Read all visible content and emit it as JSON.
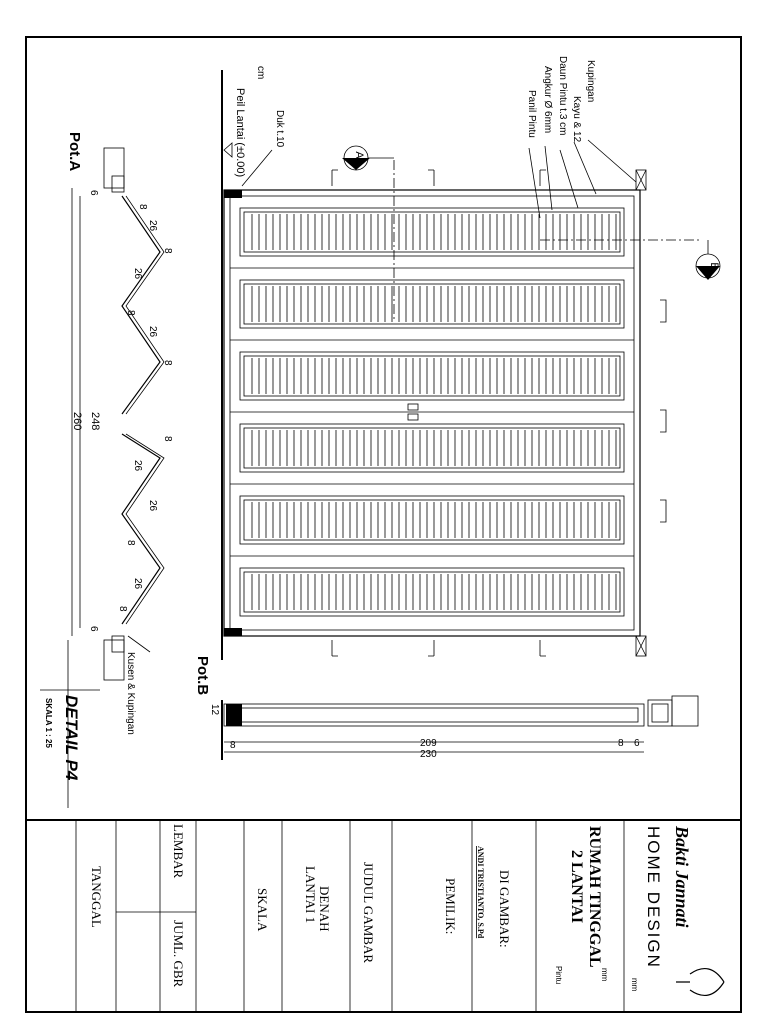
{
  "door_sections": {
    "pot_a": "Pot.A",
    "pot_b": "Pot.B",
    "detail_title": "DETAIL P4",
    "scale": "SKALA 1 : 25"
  },
  "annotations": {
    "kusen_kupingan": "Kusen & Kupingan",
    "kupingan": "Kupingan",
    "kayu": "Kayu & 12",
    "daun_pintu": "Daun Pintu t.3 cm",
    "angkur": "Angkur Ø 6mm",
    "panil_pintu": "Panil Pintu",
    "duk": "Duk t.10",
    "cm": "cm",
    "peil_lantai": "Peil Lantai (±0.00)",
    "marker_a": "A",
    "marker_b": "B"
  },
  "dims": {
    "d_6a": "6",
    "d_8a": "8",
    "d_26a": "26",
    "d_8b": "8",
    "d_26b": "26",
    "d_8c": "8",
    "d_26c": "26",
    "d_8d": "8",
    "d_26d": "26",
    "d_8e": "8",
    "d_26e": "26",
    "d_8f": "8",
    "d_26f": "26",
    "d_8g": "8",
    "d_6b": "6",
    "d_248": "248",
    "d_260": "260",
    "d_12": "12",
    "d_8h": "8",
    "d_209": "209",
    "d_8i": "8",
    "d_6c": "6",
    "d_230": "230"
  },
  "title_block": {
    "logo_script": "Bakti Jannati",
    "home_design": "HOME DESIGN",
    "mm1": "mm",
    "mm2": "mm",
    "project": "RUMAH TINGGAL",
    "project2": "2 LANTAI",
    "pintu": "Pintu",
    "di_gambar": "DI GAMBAR:",
    "drafter": "ANDI TRISTIANTO, S.Pd",
    "pemilik": "PEMILIK:",
    "judul": "JUDUL GAMBAR",
    "denah": "DENAH",
    "lantai1": "LANTAI 1",
    "skala": "SKALA",
    "lembar": "LEMBAR",
    "juml_gbr": "JUML. GBR",
    "tanggal": "TANGGAL"
  }
}
